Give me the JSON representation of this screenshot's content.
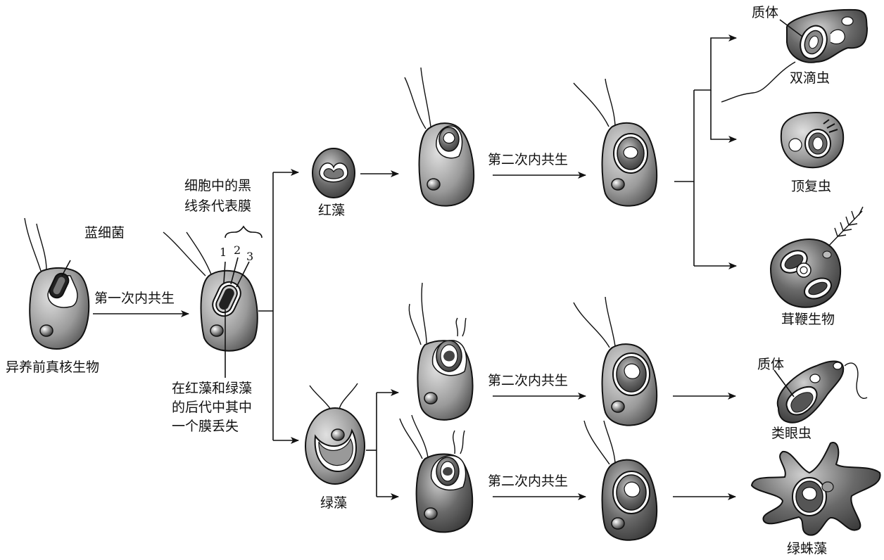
{
  "labels": {
    "host": "异养前真核生物",
    "cyanobacterium": "蓝细菌",
    "first_endosymbiosis": "第一次内共生",
    "membrane_note": "细胞中的黑\n线条代表膜",
    "loss_note": "在红藻和绿藻\n的后代中其中\n一个膜丢失",
    "membrane_numbers": [
      "1",
      "2",
      "3"
    ],
    "red_alga": "红藻",
    "green_alga": "绿藻",
    "secondary_endosymbiosis": "第二次内共生",
    "plastid": "质体",
    "dinoflagellate": "双滴虫",
    "apicomplexan": "顶复虫",
    "stramenopile": "茸鞭生物",
    "euglenid": "类眼虫",
    "chlorarachniophyte": "绿蛛藻"
  },
  "colors": {
    "line": "#111111",
    "cell_dark": "#555555",
    "cell_light": "#d8d8d8"
  }
}
